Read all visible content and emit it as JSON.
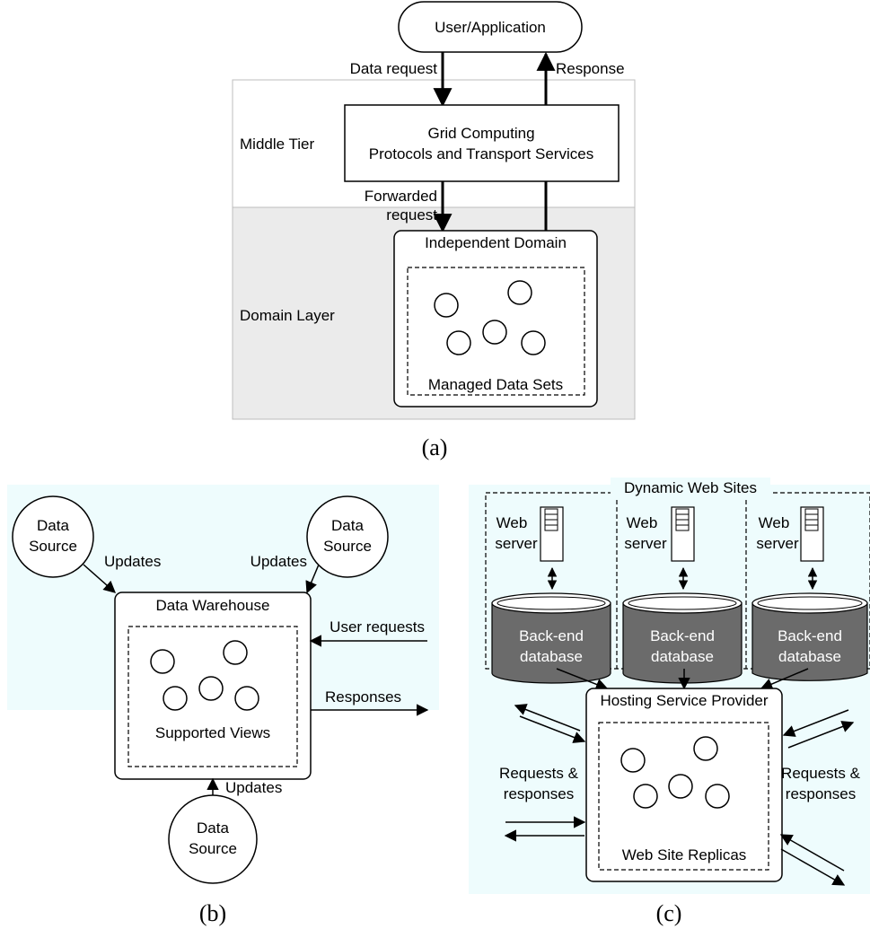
{
  "panel_a": {
    "user_app": "User/Application",
    "data_request": "Data request",
    "response": "Response",
    "middle_tier": "Middle Tier",
    "grid_line1": "Grid Computing",
    "grid_line2": "Protocols and Transport Services",
    "forwarded_line1": "Forwarded",
    "forwarded_line2": "request",
    "independent_domain": "Independent Domain",
    "domain_layer": "Domain Layer",
    "managed_data_sets": "Managed Data Sets",
    "caption": "(a)"
  },
  "panel_b": {
    "data_source_line1": "Data",
    "data_source_line2": "Source",
    "updates": "Updates",
    "data_warehouse": "Data Warehouse",
    "user_requests": "User requests",
    "responses": "Responses",
    "supported_views": "Supported Views",
    "caption": "(b)"
  },
  "panel_c": {
    "dynamic_web_sites": "Dynamic Web Sites",
    "web_line1": "Web",
    "web_line2": "server",
    "db_line1": "Back-end",
    "db_line2": "database",
    "hosting": "Hosting Service Provider",
    "req_line1": "Requests &",
    "req_line2": "responses",
    "replicas": "Web Site Replicas",
    "caption": "(c)"
  },
  "colors": {
    "middle_tier_bg": "#ffffff",
    "domain_layer_bg": "#ebebeb",
    "panel_bg": "#eefcfd",
    "database_fill": "#6b6b6b",
    "database_top": "#ffffff"
  }
}
